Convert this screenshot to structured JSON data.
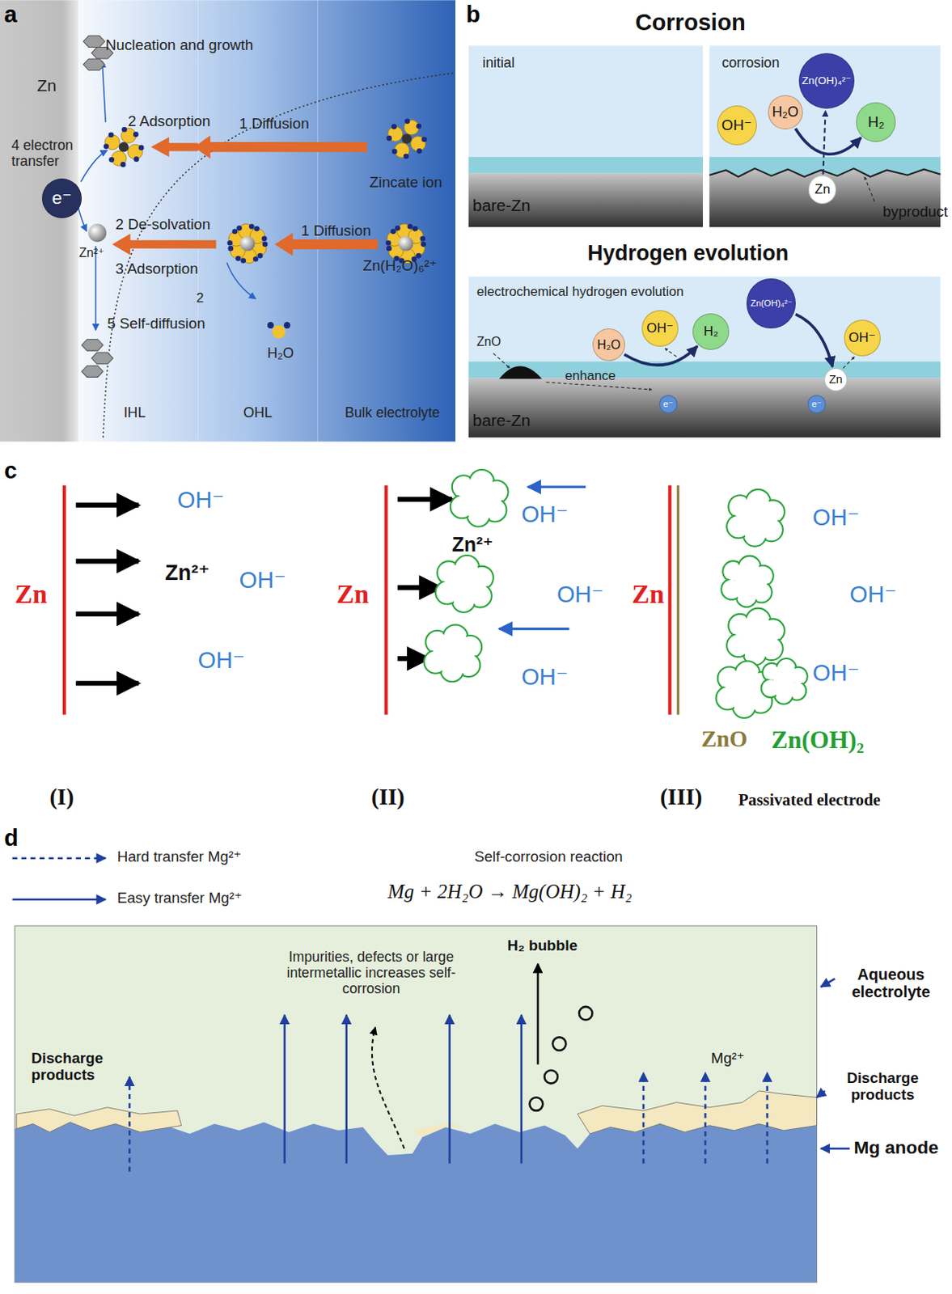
{
  "diagram": {
    "nodes": [
      {
        "text": [
          "e⁻"
        ]
      },
      {
        "text": [
          "OH⁻"
        ]
      },
      {
        "text": [
          "H₂O"
        ]
      },
      {
        "text": [
          "Zn(OH)₄²⁻"
        ]
      },
      {
        "text": [
          "H₂"
        ]
      },
      {
        "text": [
          "Zn"
        ]
      },
      {
        "text": [
          "H₂O"
        ]
      },
      {
        "text": [
          "OH⁻"
        ]
      },
      {
        "text": [
          "H₂"
        ]
      },
      {
        "text": [
          "Zn(OH)₄²⁻"
        ]
      },
      {
        "text": [
          "OH⁻"
        ]
      },
      {
        "text": [
          "Zn"
        ]
      },
      {
        "text": [
          "e⁻"
        ]
      },
      {
        "text": [
          "e⁻"
        ]
      }
    ],
    "edges": [
      {
        "from": 2,
        "to": 4,
        "arrow": "to"
      },
      {
        "from": 5,
        "to": 3,
        "arrow": "to"
      },
      {
        "from": 6,
        "to": 8,
        "arrow": "to"
      },
      {
        "from": 9,
        "to": 11,
        "arrow": "to"
      }
    ],
    "labels": [
      "a",
      "Nucleation and growth",
      "Zn",
      "2 Adsorption",
      "1 Diffusion",
      "4 electron transfer",
      "Zincate ion",
      "2 De-solvation",
      "1 Diffusion",
      "Zn²⁺",
      "3 Adsorption",
      "Zn(H₂O)₆²⁺",
      "2",
      "5 Self-diffusion",
      "H₂O",
      "IHL",
      "OHL",
      "Bulk electrolyte",
      "b",
      "Corrosion",
      "initial",
      "corrosion",
      "bare-Zn",
      "byproduct",
      "Hydrogen evolution",
      "electrochemical hydrogen evolution",
      "ZnO",
      "enhance",
      "bare-Zn",
      "c",
      "Zn",
      "OH⁻",
      "Zn²⁺",
      "OH⁻",
      "OH⁻",
      "Zn",
      "OH⁻",
      "Zn²⁺",
      "OH⁻",
      "OH⁻",
      "Zn",
      "OH⁻",
      "OH⁻",
      "OH⁻",
      "ZnO",
      "Zn(OH)₂",
      "(I)",
      "(II)",
      "(III)",
      "Passivated electrode",
      "d",
      "Self-corrosion reaction",
      "Mg + 2H₂O → Mg(OH)₂ + H₂",
      "Impurities, defects or large intermetallic increases self-corrosion",
      "H₂ bubble",
      "Aqueous electrolyte",
      "Mg²⁺",
      "Discharge products",
      "Discharge products",
      "Mg anode"
    ],
    "legend": [
      {
        "text": "Hard transfer Mg²⁺"
      },
      {
        "text": "Easy transfer Mg²⁺"
      }
    ]
  }
}
